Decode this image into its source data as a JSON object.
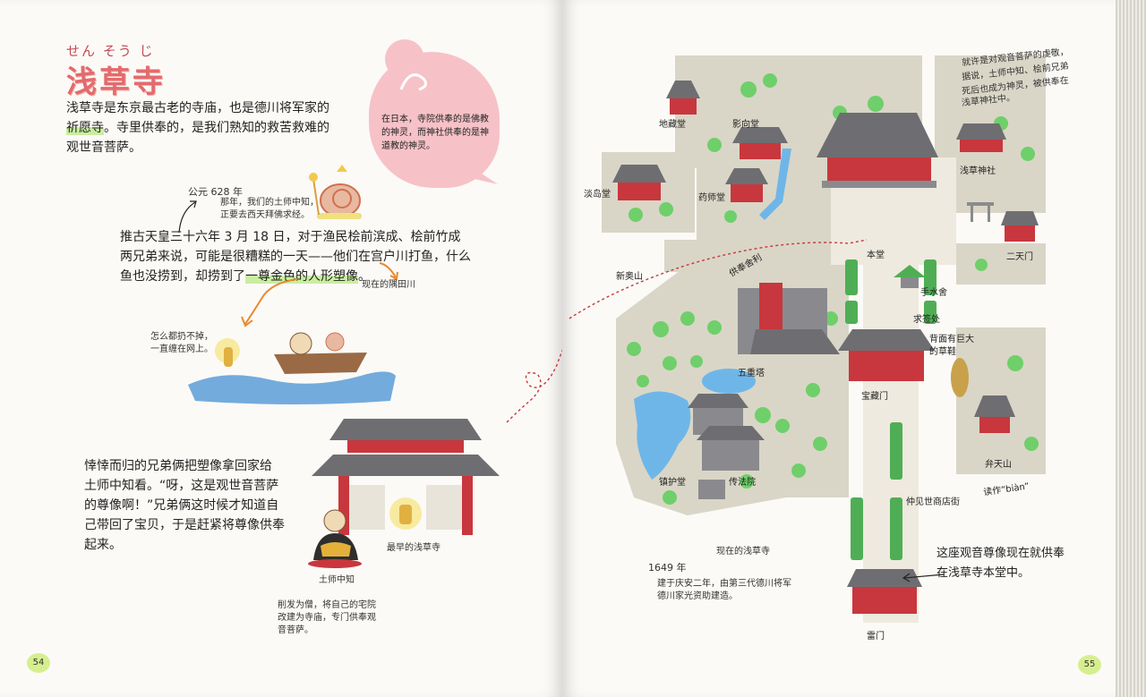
{
  "left_page": {
    "ruby": "せん そう じ",
    "title": "浅草寺",
    "intro": {
      "line1": "浅草寺是东京最古老的寺庙，也是德川将军家的",
      "line2a": "祈愿寺",
      "line2b": "。寺里供奉的，是我们熟知的救苦救难的",
      "line3": "观世音菩萨。"
    },
    "bubble_text": "在日本，寺院供奉的是佛教的神灵，而神社供奉的是神道教的神灵。",
    "year_label": "公元 628 年",
    "note_hajinomaki": "那年，我们的土师中知，",
    "note_hajinomaki_2": "正要去西天拜佛求经。",
    "story1": {
      "line1": "推古天皇三十六年 3 月 18 日，对于渔民桧前滨成、桧前竹成",
      "line2": "两兄弟来说，可能是很糟糕的一天——他们在宫户川打鱼，什么",
      "line3a": "鱼也没捞到，却捞到了",
      "line3b": "一尊金色的人形塑像",
      "line3c": "。"
    },
    "river_note": "现在的隅田川",
    "fishing_caption_1": "怎么都扔不掉，",
    "fishing_caption_2": "一直缠在网上。",
    "story2": {
      "line1": "悻悻而归的兄弟俩把塑像拿回家给",
      "line2": "土师中知看。“呀，这是观世音菩萨",
      "line3": "的尊像啊！”兄弟俩这时候才知道自",
      "line4": "己带回了宝贝，于是赶紧将尊像供奉",
      "line5": "起来。"
    },
    "temple_caption": "最早的浅草寺",
    "monk_caption": "土师中知",
    "monk_note_1": "削发为僧，将自己的宅院",
    "monk_note_2": "改建为寺庙，专门供奉观",
    "monk_note_3": "音菩萨。",
    "page_number": "54"
  },
  "right_page": {
    "top_note_1": "就许是对观音菩萨的虔敬，",
    "top_note_2": "据说，土师中知、桧前兄弟",
    "top_note_3": "死后也成为神灵，被供奉在",
    "top_note_4": "浅草神社中。",
    "map_labels": {
      "jizodo": "地藏堂",
      "yogodo": "影向堂",
      "awashimado": "淡岛堂",
      "yakushido": "药师堂",
      "shin_okuyama": "新奥山",
      "busshari": "供奉舍利",
      "hondo": "本堂",
      "asakusa_jinja": "浅草神社",
      "nitenmon": "二天门",
      "chozuya": "手水舍",
      "omikuji": "求签处",
      "gojunoto": "五重塔",
      "hozomon": "宝藏门",
      "back_note_1": "背面有巨大",
      "back_note_2": "的草鞋",
      "chingodo": "镇护堂",
      "denbouin": "传法院",
      "nakamise": "仲见世商店街",
      "bentenyama": "弁天山",
      "biàn_note": "读作“biàn”",
      "kaminarimon": "雷门"
    },
    "current_temple": "现在的浅草寺",
    "year_1649": "1649 年",
    "note_1649_1": "建于庆安二年，由第三代德川将军",
    "note_1649_2": "德川家光资助建造。",
    "statue_note_1": "这座观音尊像现在就供奉",
    "statue_note_2": "在浅草寺本堂中。",
    "page_number": "55"
  },
  "colors": {
    "title": "#e46a6e",
    "accent_orange": "#e9892f",
    "highlight_green": "#c9eea0",
    "bubble_pink": "#f6c2c7",
    "roof_gray": "#6e6e72",
    "temple_red": "#c8373d",
    "ground": "#d9d6c7",
    "path": "#eeeadf",
    "tree": "#6fcf6a",
    "pond": "#6fb6e8"
  }
}
